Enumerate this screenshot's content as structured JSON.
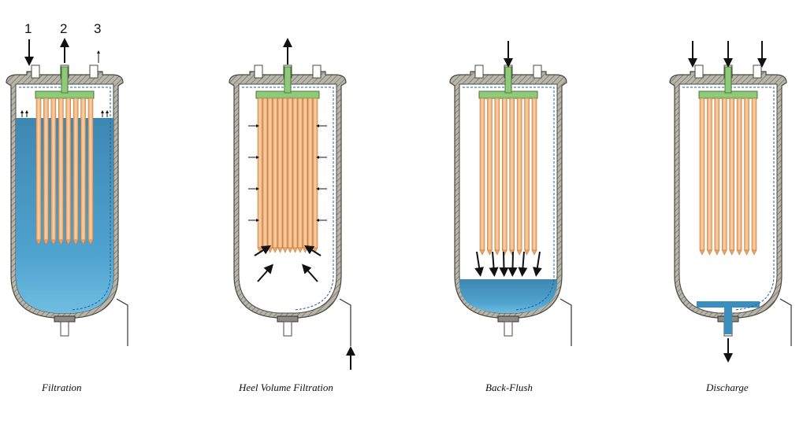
{
  "step_numbers": [
    "1",
    "2",
    "3"
  ],
  "panels": [
    {
      "caption": "Filtration"
    },
    {
      "caption": "Heel Volume Filtration"
    },
    {
      "caption": "Back-Flush"
    },
    {
      "caption": "Discharge"
    }
  ],
  "colors": {
    "liquid": "#3a8fbf",
    "liquid_light": "#7fc3e2",
    "vessel_wall": "#a09e94",
    "candle": "#f0b98a",
    "manifold": "#8fc97a",
    "dashed": "#1f5fa0"
  }
}
